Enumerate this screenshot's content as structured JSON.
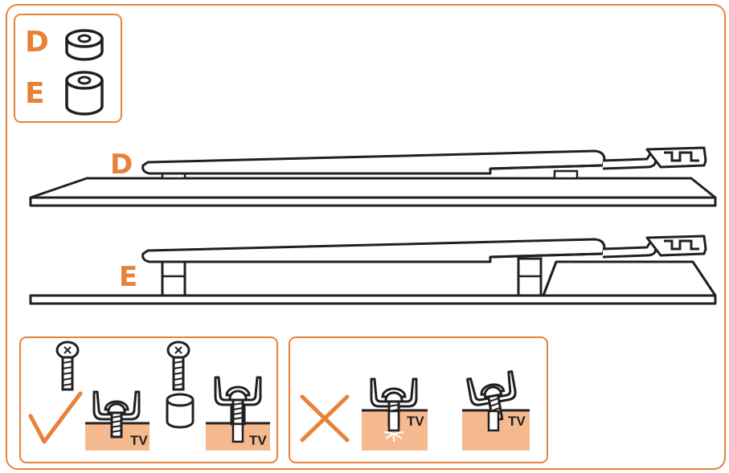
{
  "colors": {
    "accent": "#E8823A",
    "tv_fill": "#F5B98F",
    "line": "#231f20",
    "background": "#ffffff"
  },
  "legend": {
    "items": [
      {
        "label": "D",
        "icon": "short-spacer-icon"
      },
      {
        "label": "E",
        "icon": "tall-spacer-icon"
      }
    ]
  },
  "diagrams": {
    "d_label": "D",
    "e_label": "E"
  },
  "correct_panel": {
    "icon": "checkmark-icon",
    "tv_label_1": "TV",
    "tv_label_2": "TV"
  },
  "incorrect_panel": {
    "icon": "cross-icon",
    "tv_label_1": "TV",
    "tv_label_2": "TV"
  }
}
